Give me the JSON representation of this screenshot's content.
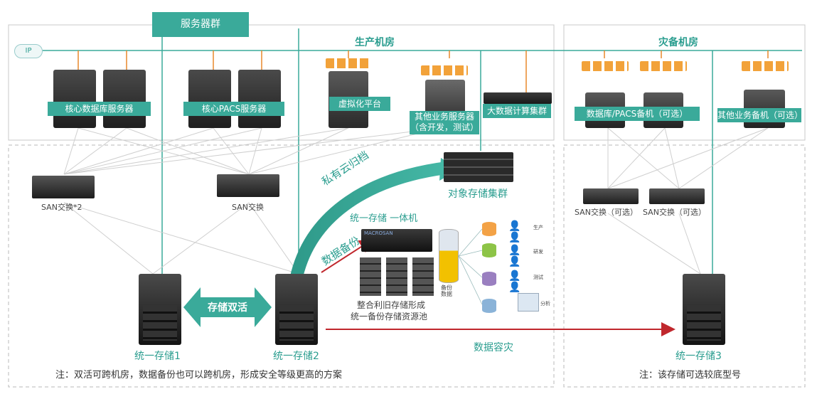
{
  "header": {
    "server_cluster": "服务器群",
    "production_room": "生产机房",
    "dr_room": "灾备机房",
    "ip_label": "IP"
  },
  "servers": {
    "core_db": "核心数据库服务器",
    "core_pacs": "核心PACS服务器",
    "virtual": "虚拟化平台",
    "other_line1": "其他业务服务器",
    "other_line2": "（含开发，测试）",
    "bigdata": "大数据计算集群",
    "dr_db": "数据库/PACS备机（可选）",
    "dr_other": "其他业务备机（可选）"
  },
  "switches": {
    "san1": "SAN交换*2",
    "san2": "SAN交换",
    "san3": "SAN交换（可选）",
    "san4": "SAN交换（可选）"
  },
  "storage": {
    "object_cluster": "对象存储集群",
    "private_cloud": "私有云归档",
    "unified_integrated": "统一存储  一体机",
    "data_backup": "数据备份",
    "pool_line1": "整合利旧存储形成",
    "pool_line2": "统一备份存储资源池",
    "active_active": "存储双活",
    "disaster_recovery": "数据容灾",
    "store1": "统一存储1",
    "store2": "统一存储2",
    "store3": "统一存储3",
    "backup_label_1": "备份",
    "backup_label_2": "数据",
    "tier1": "生产",
    "tier2": "研发",
    "tier3": "测试",
    "tier4": "分析",
    "brand": "MACROSAN"
  },
  "notes": {
    "left_note": "注：双活可跨机房，数据备份也可以跨机房，形成安全等级更高的方案",
    "right_note": "注：该存储可选较底型号"
  },
  "colors": {
    "teal": "#3aaa9a",
    "teal_text": "#2a9d8f",
    "red_arrow": "#c0272d",
    "orange_line": "#e8882a"
  }
}
